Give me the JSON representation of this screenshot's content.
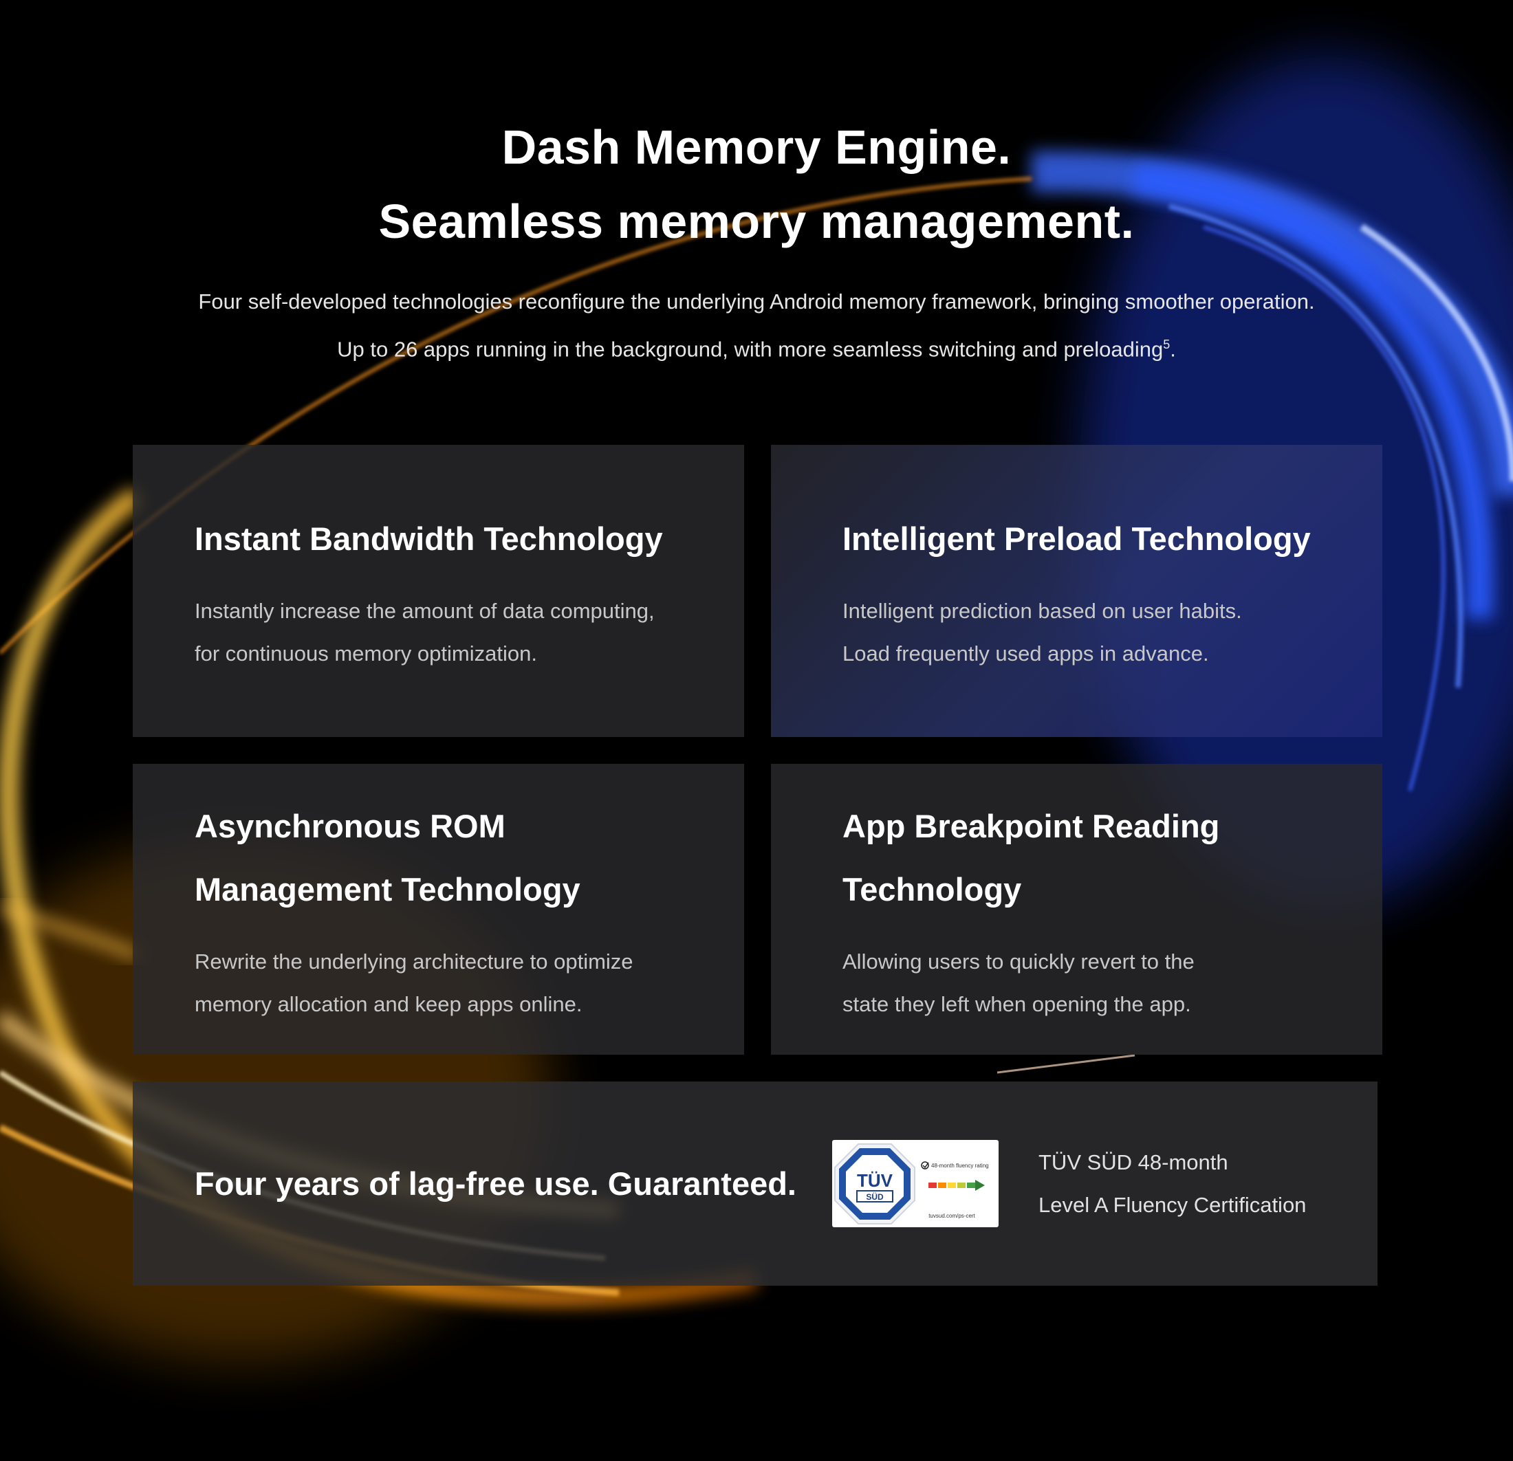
{
  "header": {
    "title_line1": "Dash Memory Engine.",
    "title_line2": "Seamless memory management.",
    "description": "Four self-developed technologies reconfigure the underlying Android memory framework, bringing smoother operation. Up to 26 apps running in the background, with more seamless switching and preloading",
    "footnote_marker": "5",
    "description_end": "."
  },
  "cards": [
    {
      "title": "Instant Bandwidth Technology",
      "desc_line1": "Instantly increase the amount of data computing,",
      "desc_line2": "for continuous memory optimization."
    },
    {
      "title": "Intelligent Preload Technology",
      "desc_line1": "Intelligent prediction based on user habits.",
      "desc_line2": "Load frequently used apps in advance."
    },
    {
      "title_line1": "Asynchronous ROM",
      "title_line2": "Management Technology",
      "desc_line1": "Rewrite the underlying architecture to optimize",
      "desc_line2": "memory allocation and keep apps online."
    },
    {
      "title_line1": "App Breakpoint Reading",
      "title_line2": "Technology",
      "desc_line1": "Allowing users to quickly revert to the",
      "desc_line2": "state they left when opening the app."
    }
  ],
  "guarantee": {
    "title": "Four years of lag-free use. Guaranteed.",
    "badge": {
      "mark": "TÜV",
      "sub": "SÜD",
      "rating_text": "48-month fluency rating",
      "url": "tuvsud.com/ps-cert",
      "icon": "tuv-sud-certification-badge"
    },
    "cert_line1": "TÜV SÜD 48-month",
    "cert_line2": "Level A Fluency Certification"
  },
  "colors": {
    "background": "#000000",
    "card": "#2a2a2c",
    "accent_blue": "#2f5bff",
    "accent_gold": "#ffb21c",
    "badge_blue": "#1f4fa0"
  }
}
